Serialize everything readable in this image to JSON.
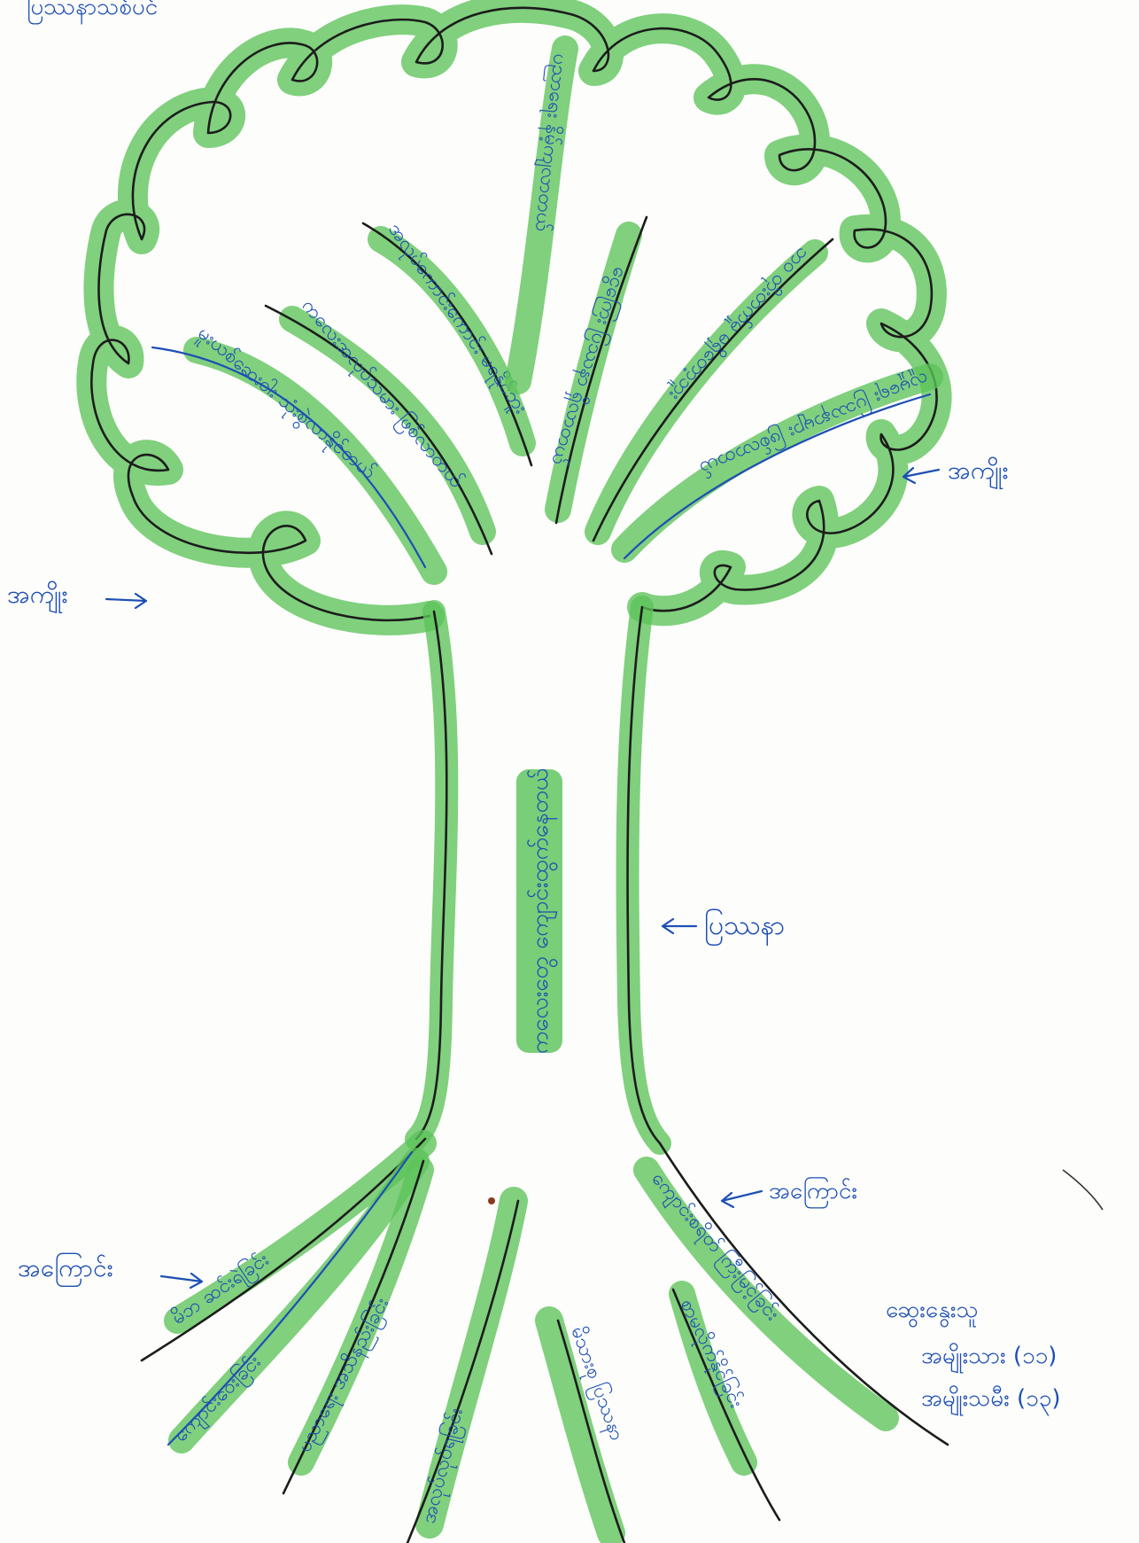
{
  "header_text": "ပြဿနာသစ်ပင်",
  "trunk": {
    "tag": "ပြဿနာ",
    "problem": "ကလေးတွေ ကျောင်းထွက်နေတယ်"
  },
  "branch_tag_left": "အကျိုး",
  "branch_tag_right": "အကျိုး",
  "effects": [
    "မူးယစ်ဆေးဝါး သုံးစွဲလာနိုင်တယ်",
    "ကလေးအလုပ်သမား ဖြစ်လာတယ်",
    "အလုပ်ကောင်းကောင်း မရနိုင်ဘူး",
    "ပညာရေး နိမ့်ကျလာတယ်",
    "ငွေကြေး ပြဿနာ ရှိလာတယ်",
    "ဘဝ တိုးတက်မှု မရှိတော့ဘူး",
    "လူမှုရေး ပြဿနာများ ဖြစ်လာတယ်"
  ],
  "root_tag_left": "အကြောင်း",
  "root_tag_right": "အကြောင်း",
  "causes": [
    "မိဘ ဆင်းရဲခြင်း",
    "ကျောင်းဝေးခြင်း",
    "ပညာရေး အသိနည်းခြင်း",
    "အလုပ်လုပ်ရခြင်း",
    "မိသားစု ပြဿနာ",
    "စာမလိုက်နိုင်ခြင်း",
    "ကျောင်းစရိတ် ကြီးမြင့်ခြင်း"
  ],
  "credits": {
    "line1": "ဆွေးနွေးသူ",
    "line2": "အမျိုးသား (၁၁)",
    "line3": "အမျိုးသမီး (၁၃)"
  },
  "colors": {
    "highlighter": "#5cc35a",
    "ink_blue": "#1d4fb4",
    "ink_black": "#1c1c1c",
    "paper": "#fdfdfb"
  }
}
